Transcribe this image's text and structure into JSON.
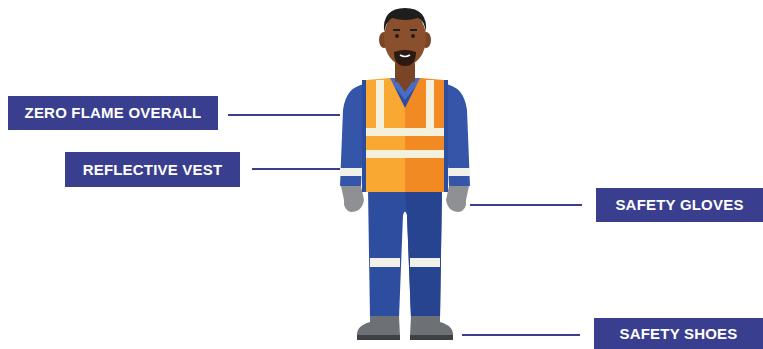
{
  "diagram": {
    "nodes": [
      {
        "text": [
          "ZERO FLAME OVERALL"
        ]
      },
      {
        "text": [
          "REFLECTIVE VEST"
        ]
      },
      {
        "text": [
          "SAFETY GLOVES"
        ]
      },
      {
        "text": [
          "SAFETY SHOES"
        ]
      }
    ]
  }
}
